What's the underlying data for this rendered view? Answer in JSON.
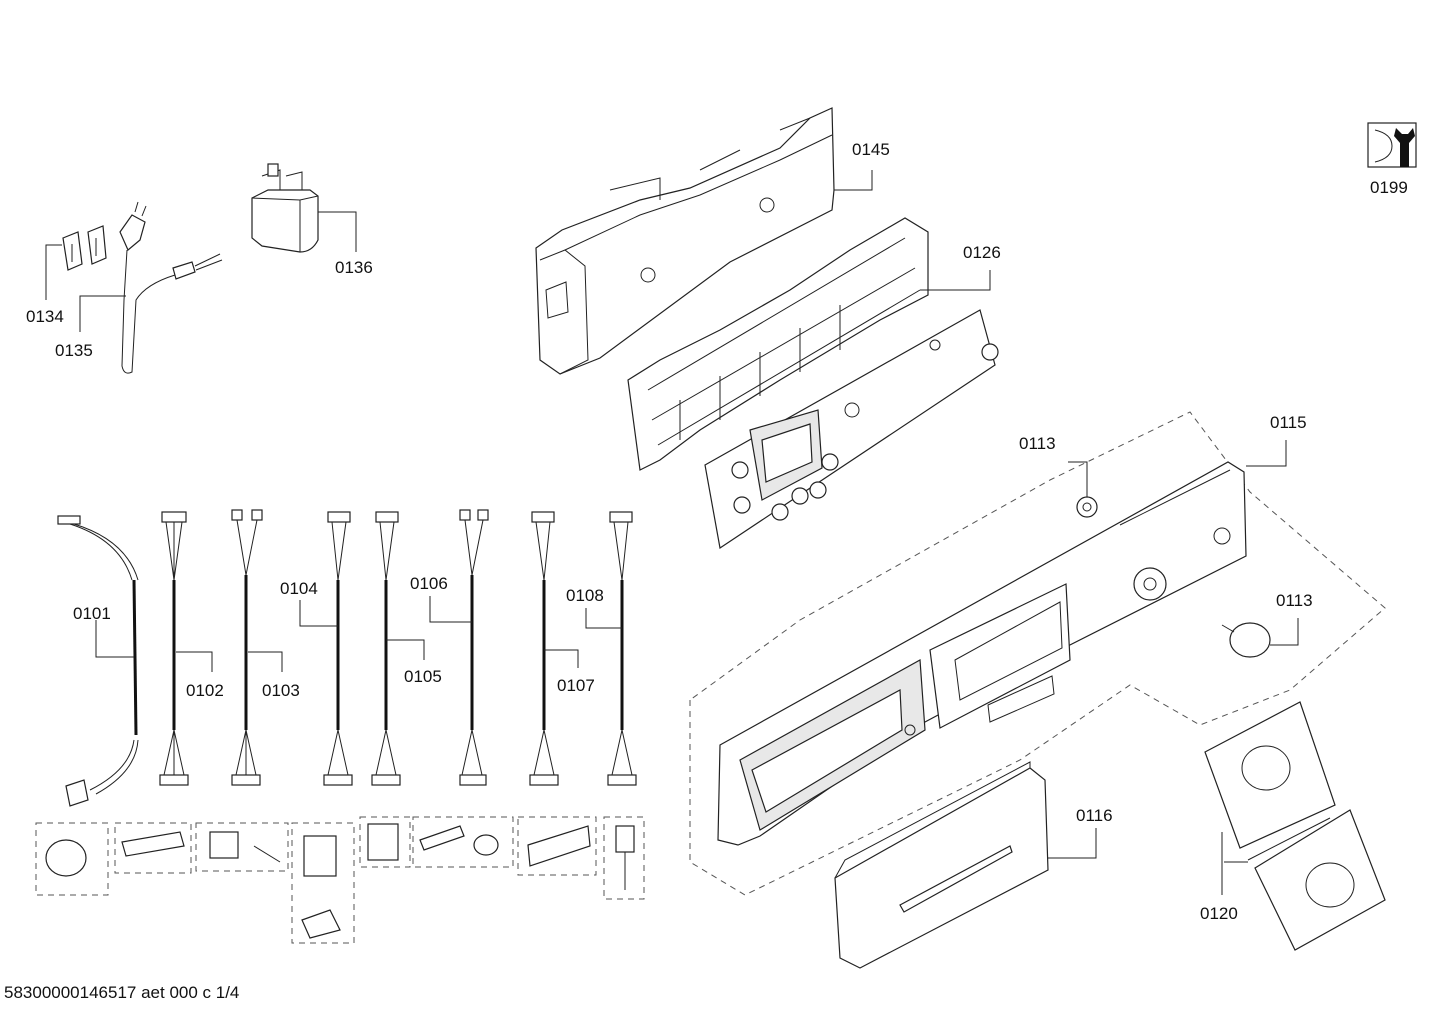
{
  "labels": {
    "p0145": "0145",
    "p0126": "0126",
    "p0136": "0136",
    "p0134": "0134",
    "p0135": "0135",
    "p0199": "0199",
    "p0113a": "0113",
    "p0115": "0115",
    "p0113b": "0113",
    "p0101": "0101",
    "p0102": "0102",
    "p0103": "0103",
    "p0104": "0104",
    "p0105": "0105",
    "p0106": "0106",
    "p0107": "0107",
    "p0108": "0108",
    "p0116": "0116",
    "p0120": "0120"
  },
  "footer": "58300000146517 aet 000 c 1/4",
  "icons": [
    "service-wrench-icon"
  ]
}
